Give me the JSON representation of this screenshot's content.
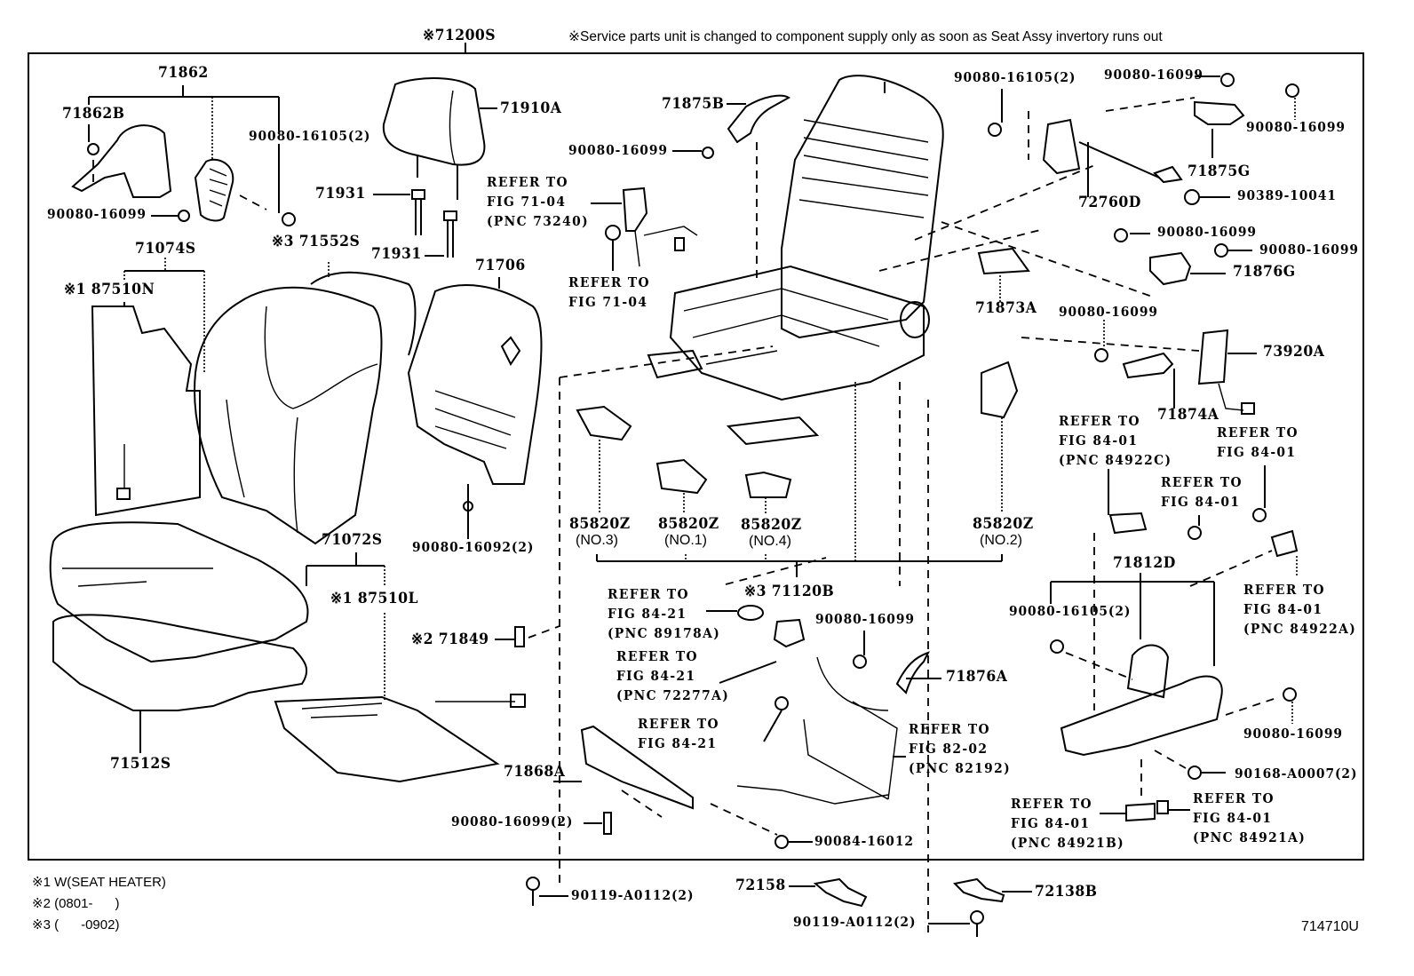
{
  "header": {
    "assembly_label": "※71200S",
    "service_note": "※Service parts unit is changed to component supply only as soon as Seat Assy invertory runs out"
  },
  "parts": {
    "p71862": "71862",
    "p71862B": "71862B",
    "p90080_16105_a": "90080-16105(2)",
    "p90080_16099_a": "90080-16099",
    "p71910A": "71910A",
    "p71931_a": "71931",
    "p71931_b": "71931",
    "p71552S": "※3 71552S",
    "p71706": "71706",
    "p71074S": "71074S",
    "p87510N": "※1 87510N",
    "p90080_16092": "90080-16092(2)",
    "p71072S": "71072S",
    "p87510L": "※1 87510L",
    "p71849": "※2 71849",
    "p71512S": "71512S",
    "p71875B": "71875B",
    "p90080_16099_b": "90080-16099",
    "p90080_16105_b": "90080-16105(2)",
    "p90080_16099_c": "90080-16099",
    "p90080_16099_d": "90080-16099",
    "p71875G": "71875G",
    "p72760D": "72760D",
    "p90389_10041": "90389-10041",
    "p90080_16099_e": "90080-16099",
    "p90080_16099_f": "90080-16099",
    "p71876G": "71876G",
    "p71873A": "71873A",
    "p90080_16099_g": "90080-16099",
    "p73920A": "73920A",
    "p71874A": "71874A",
    "p85820Z_3": "85820Z",
    "p85820Z_3_no": "(NO.3)",
    "p85820Z_1": "85820Z",
    "p85820Z_1_no": "(NO.1)",
    "p85820Z_4": "85820Z",
    "p85820Z_4_no": "(NO.4)",
    "p85820Z_2": "85820Z",
    "p85820Z_2_no": "(NO.2)",
    "p71120B": "※3 71120B",
    "p90080_16099_h": "90080-16099",
    "p71876A": "71876A",
    "p71812D": "71812D",
    "p90080_16105_c": "90080-16105(2)",
    "p90080_16099_i": "90080-16099",
    "p90168_A0007": "90168-A0007(2)",
    "p71868A": "71868A",
    "p90080_16099_j": "90080-16099(2)",
    "p90084_16012": "90084-16012",
    "p90119_A0112_a": "90119-A0112(2)",
    "p72158": "72158",
    "p90119_A0112_b": "90119-A0112(2)",
    "p72138B": "72138B"
  },
  "references": {
    "r73240": "REFER TO\nFIG 71-04\n(PNC 73240)",
    "r71_04": "REFER TO\nFIG 71-04",
    "r84922C": "REFER TO\nFIG 84-01\n(PNC 84922C)",
    "r84_01_a": "REFER TO\nFIG 84-01",
    "r84_01_b": "REFER TO\nFIG 84-01",
    "r84922A": "REFER TO\nFIG 84-01\n(PNC 84922A)",
    "r89178A": "REFER TO\nFIG 84-21\n(PNC 89178A)",
    "r72277A": "REFER TO\nFIG 84-21\n(PNC 72277A)",
    "r84_21": "REFER TO\nFIG 84-21",
    "r82192": "REFER TO\nFIG 82-02\n(PNC 82192)",
    "r84921B": "REFER TO\nFIG 84-01\n(PNC 84921B)",
    "r84921A": "REFER TO\nFIG 84-01\n(PNC 84921A)"
  },
  "footnotes": {
    "n1": "※1 W(SEAT HEATER)",
    "n2": "※2 (0801-      )",
    "n3": "※3 (      -0902)"
  },
  "figure_id": "714710U"
}
